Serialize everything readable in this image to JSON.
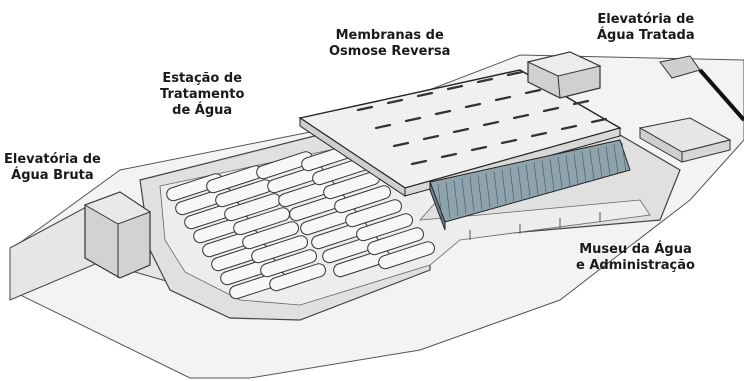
{
  "labels": {
    "agua_bruta": [
      "Elevatória de",
      "Água Bruta"
    ],
    "estacao": [
      "Estação de",
      "Tratamento",
      "de Água"
    ],
    "membranas": [
      "Membranas de",
      "Osmose Reversa"
    ],
    "agua_tratada": [
      "Elevatória de",
      "Água Tratada"
    ],
    "museu": [
      "Museu da Água",
      "e Administração"
    ]
  },
  "colors": {
    "ink": "#2a2a2a",
    "ground": "#e4e4e4",
    "glass": "#5f7f8f"
  }
}
